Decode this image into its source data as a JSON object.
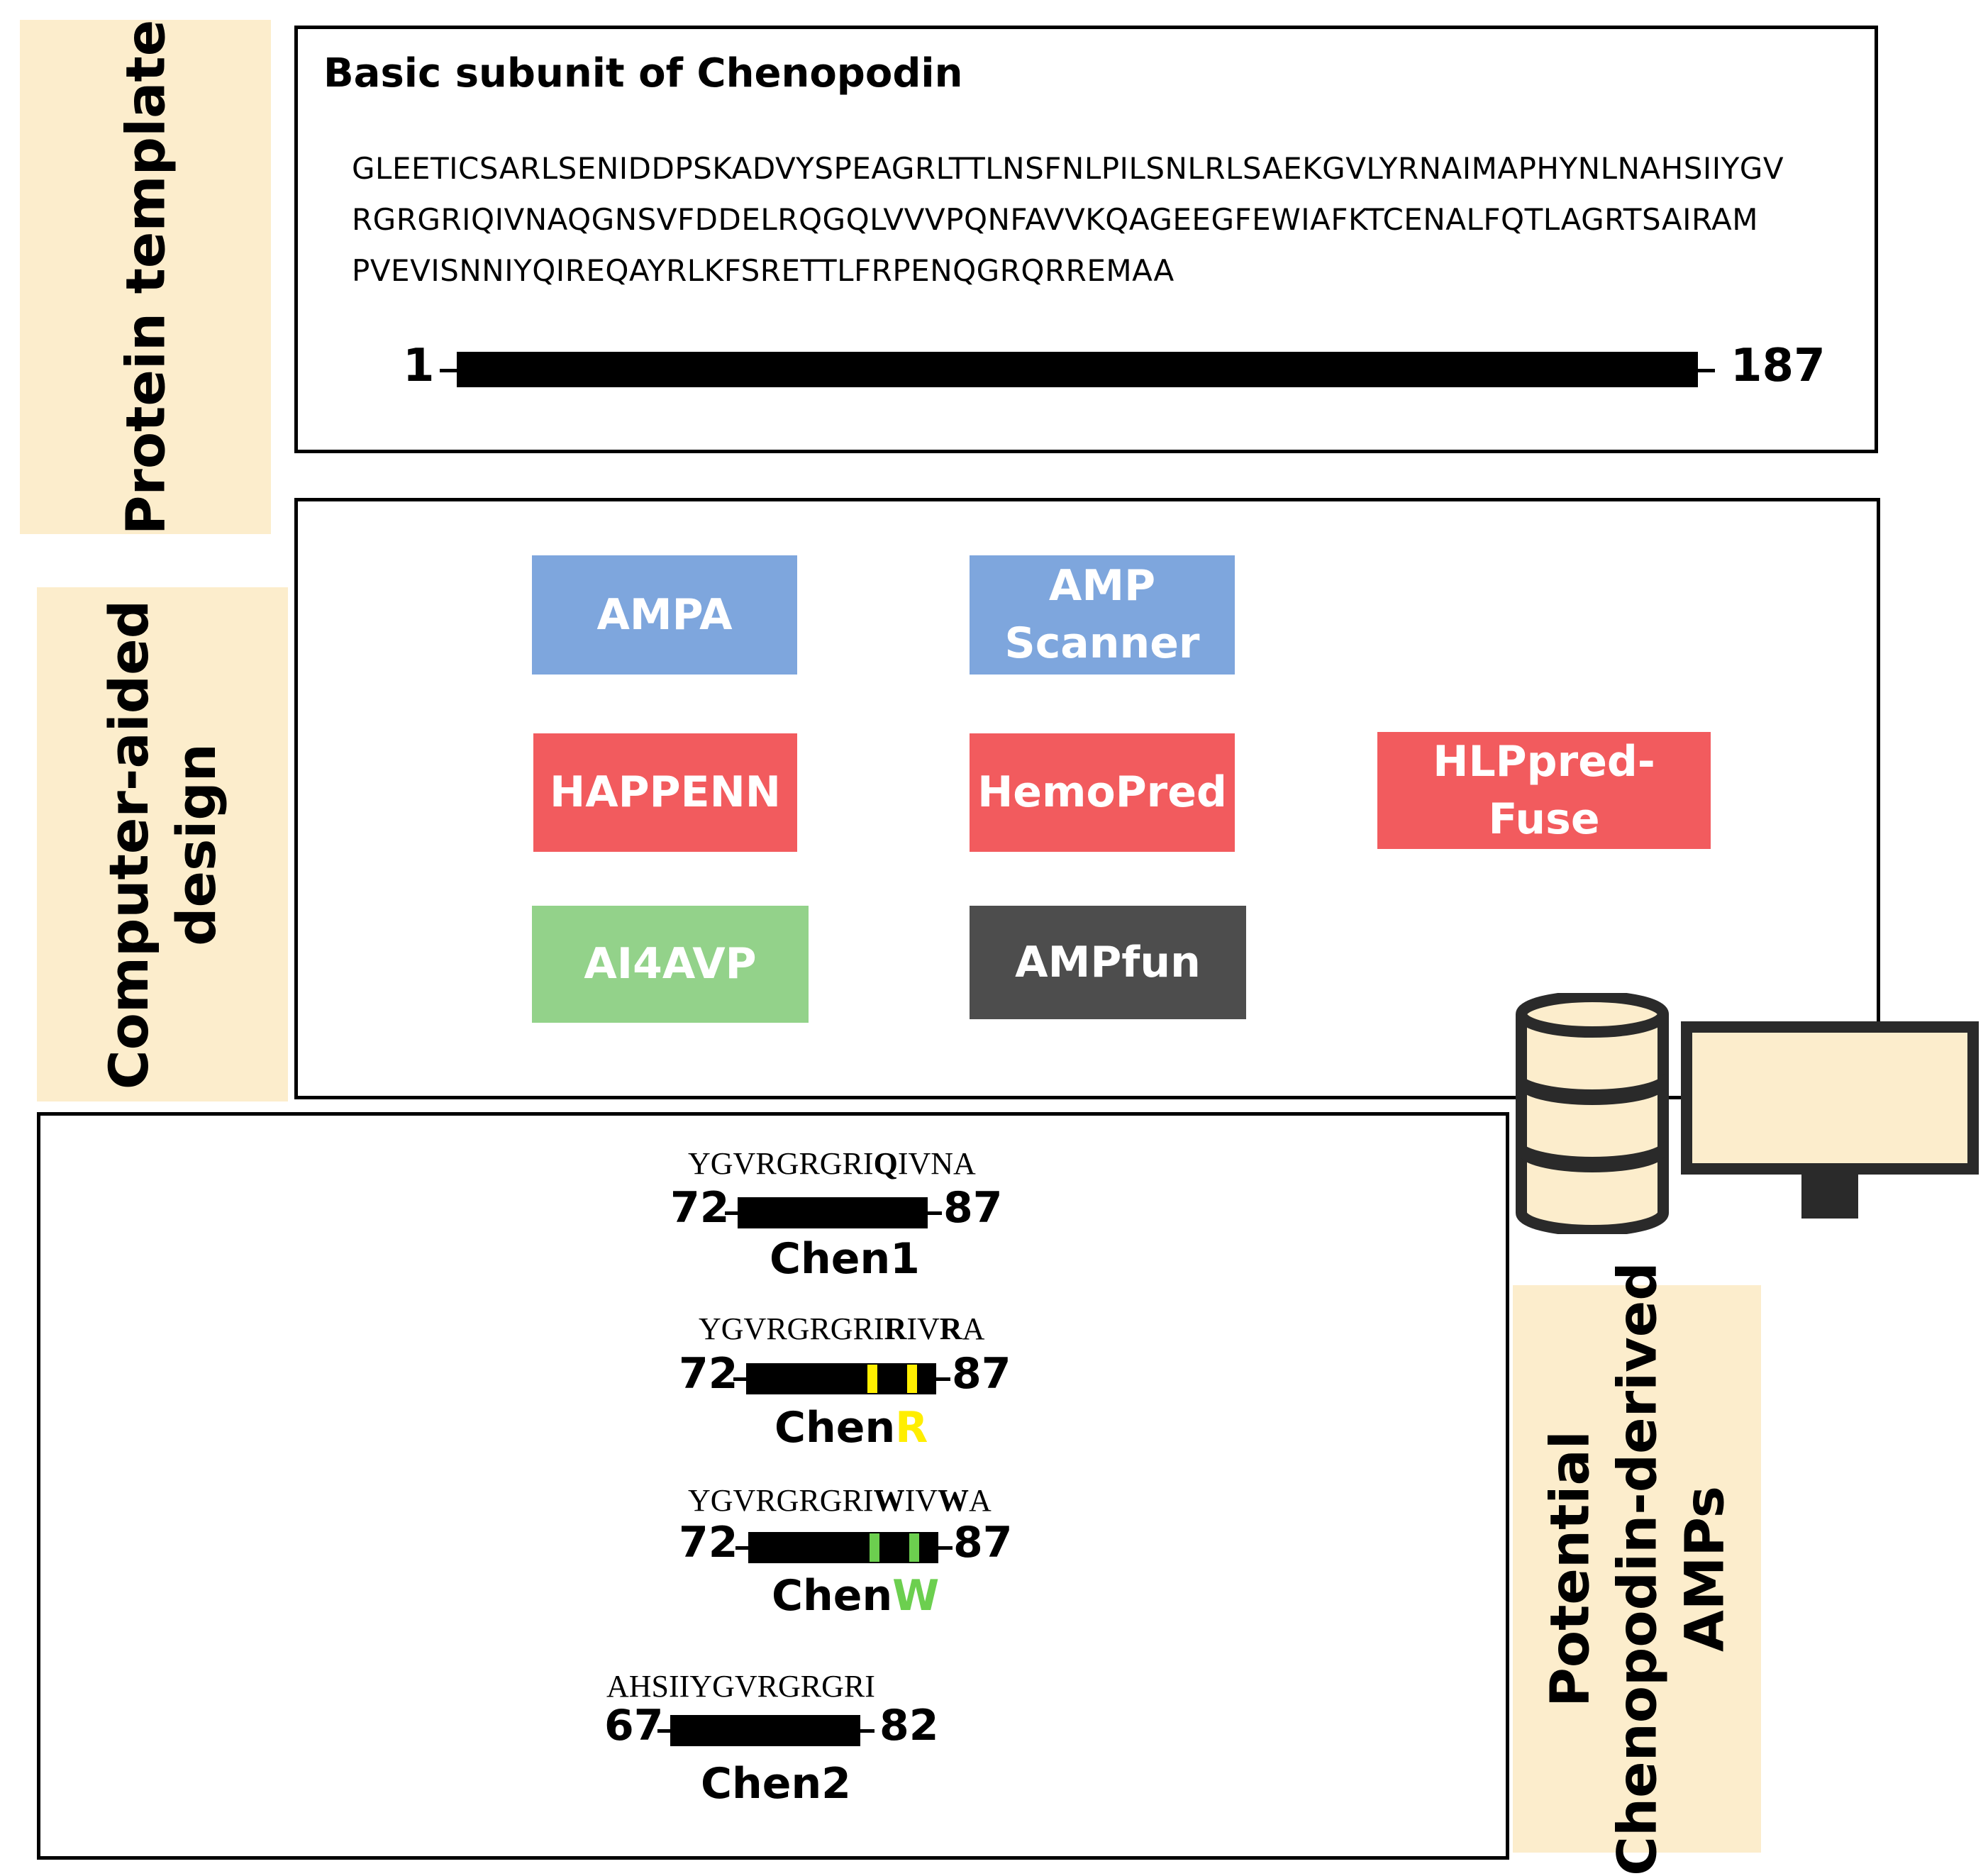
{
  "template": {
    "side_label": "Protein template",
    "heading": "Basic subunit of Chenopodin",
    "sequence_lines": [
      "GLEETICSARLSENIDDPSKADVYSPEAGRLTTLNSFNLPILSNLRLSAEKGVLYRNAIMAPHYNLNAHSIIYGV",
      "RGRGRIQIVNAQGNSVFDDELRQGQLVVVPQNFAVVKQAGEEGFEWIAFKTCENALFQTLAGRTSAIRAM",
      "PVEVISNNIYQIREQAYRLKFSRETTLFRPENQGRQRREMAA"
    ],
    "start": "1",
    "end": "187"
  },
  "design": {
    "side_label_line1": "Computer-aided",
    "side_label_line2": "design",
    "tools": [
      {
        "label": "AMPA",
        "color": "#7ea6dd"
      },
      {
        "label": "AMP\nScanner",
        "color": "#7ea6dd"
      },
      {
        "label": "HAPPENN",
        "color": "#f25b5e"
      },
      {
        "label": "HemoPred",
        "color": "#f25b5e"
      },
      {
        "label": "HLPpred-Fuse",
        "color": "#f25b5e"
      },
      {
        "label": "AI4AVP",
        "color": "#93d28a"
      },
      {
        "label": "AMPfun",
        "color": "#4d4d4d"
      }
    ]
  },
  "peptides": {
    "side_label_line1": "Potential",
    "side_label_line2": "Chenopodin-derived",
    "side_label_line3": "AMPs",
    "items": [
      {
        "seq_parts": [
          [
            "YGVRGRGRI",
            false
          ],
          [
            "Q",
            true
          ],
          [
            "IVNA",
            false
          ]
        ],
        "start": "72",
        "end": "87",
        "name": "Chen1",
        "name_suffix": "",
        "suffix_color": "#000000",
        "marks": []
      },
      {
        "seq_parts": [
          [
            "YGVRGRGRI",
            false
          ],
          [
            "R",
            true
          ],
          [
            "IV",
            false
          ],
          [
            "R",
            true
          ],
          [
            "A",
            false
          ]
        ],
        "start": "72",
        "end": "87",
        "name": "Chen",
        "name_suffix": "R",
        "suffix_color": "#ffee00",
        "marks": [
          0.66,
          0.87
        ]
      },
      {
        "seq_parts": [
          [
            "YGVRGRGRI",
            false
          ],
          [
            "W",
            true
          ],
          [
            "IV",
            false
          ],
          [
            "W",
            true
          ],
          [
            "A",
            false
          ]
        ],
        "start": "72",
        "end": "87",
        "name": "Chen",
        "name_suffix": "W",
        "suffix_color": "#6ccf4f",
        "marks": [
          0.66,
          0.87
        ]
      },
      {
        "seq_parts": [
          [
            "AHSIIYGVRGRGRI",
            false
          ]
        ],
        "start": "67",
        "end": "82",
        "name": "Chen2",
        "name_suffix": "",
        "suffix_color": "#000000",
        "marks": []
      }
    ]
  }
}
